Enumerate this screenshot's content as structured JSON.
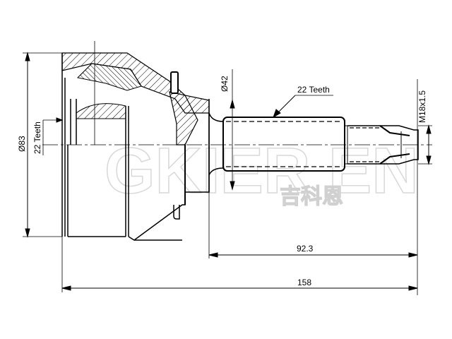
{
  "drawing": {
    "title": "CV joint outer technical drawing",
    "line_color": "#000000",
    "background": "#ffffff",
    "watermark_color": "#d8d8d8"
  },
  "dimensions": {
    "outer_diameter": "Ø83",
    "inner_spline": "22 Teeth",
    "seal_diameter": "Ø42",
    "shaft_spline": "22 Teeth",
    "thread": "M18x1.5",
    "shaft_length": "92.3",
    "overall_length": "158"
  },
  "watermark": {
    "latin": "GKIER EN",
    "chinese": "吉科恩"
  }
}
